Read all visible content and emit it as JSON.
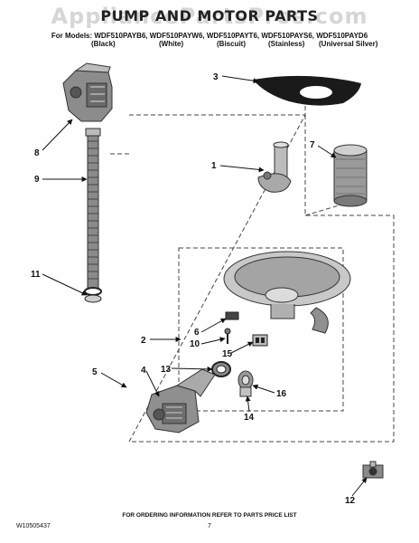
{
  "header": {
    "watermark": "AppliancePartsPros.com",
    "title": "PUMP AND MOTOR PARTS",
    "models_line": "For Models: WDF510PAYB6, WDF510PAYW6, WDF510PAYT6, WDF510PAYS6, WDF510PAYD6",
    "variants": [
      "(Black)",
      "(White)",
      "(Biscuit)",
      "(Stainless)",
      "(Universal Silver)"
    ]
  },
  "callouts": [
    "1",
    "2",
    "3",
    "4",
    "5",
    "6",
    "7",
    "8",
    "9",
    "10",
    "11",
    "12",
    "13",
    "14",
    "15",
    "16"
  ],
  "footer": {
    "ordering_note": "FOR ORDERING INFORMATION REFER TO PARTS PRICE LIST",
    "doc_number": "W10505437",
    "page_number": "7"
  }
}
